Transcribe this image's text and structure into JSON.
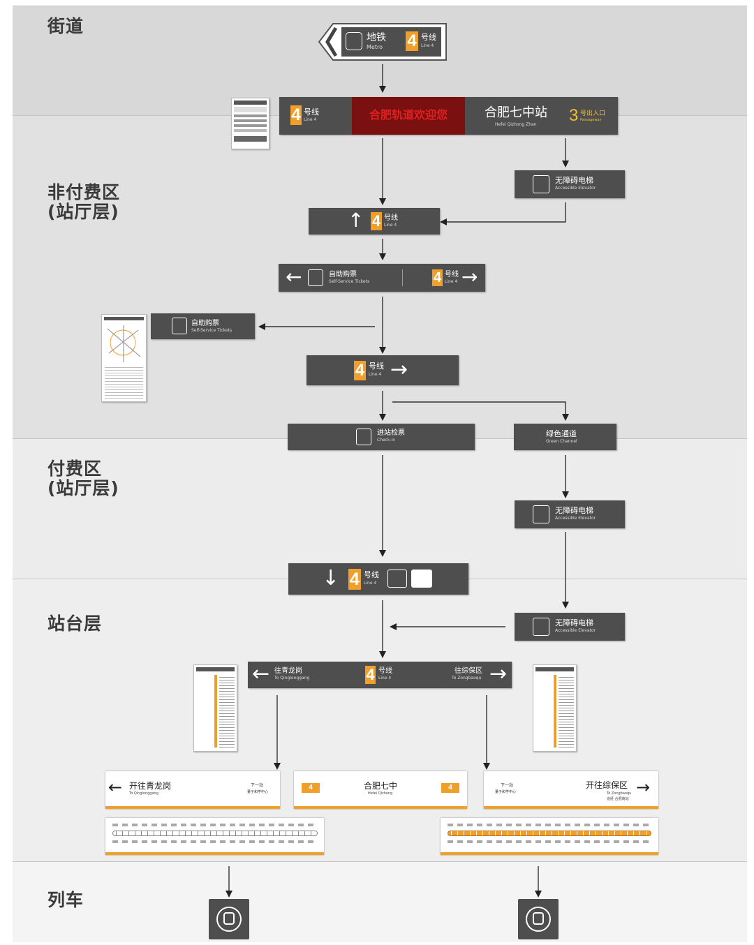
{
  "zones": {
    "street": "街道",
    "unpaid": "非付费区\n(站厅层)",
    "paid": "付费区\n(站厅层)",
    "platform": "站台层",
    "train": "列车"
  },
  "colors": {
    "sign_bg": "#4e4e4e",
    "line4_orange": "#f0a02a",
    "welcome_red": "#cc1a1a",
    "welcome_bg": "#7a1010"
  },
  "common": {
    "line_num": "4",
    "line_cn": "号线",
    "line_en": "Line 4"
  },
  "entrance": {
    "metro_cn": "地铁",
    "metro_en": "Metro"
  },
  "portal": {
    "welcome": "合肥轨道欢迎您",
    "station_cn": "合肥七中站",
    "station_en": "Hefei Qizhong Zhan",
    "exit_num": "3",
    "exit_cn": "号出入口",
    "exit_en": "Passageway"
  },
  "elevator": {
    "cn": "无障碍电梯",
    "en": "Accessible Elevator"
  },
  "tickets": {
    "cn": "自助购票",
    "en": "Self-Service Tickets"
  },
  "gates": {
    "cn": "进站检票",
    "en": "Check-in"
  },
  "green": {
    "cn": "绿色通道",
    "en": "Green Channel"
  },
  "platform_sign": {
    "left_cn": "往青龙岗",
    "left_en": "To Qinglonggang",
    "right_cn": "往综保区",
    "right_en": "To Zongbaoqu"
  },
  "cards": {
    "left_cn": "开往青龙岗",
    "left_en": "To Qinglonggang",
    "next_label": "下一站",
    "next_station": "董子和学中心",
    "mid_cn": "合肥七中",
    "mid_en": "Hefei Qizhong",
    "right_cn": "开往综保区",
    "right_en": "To Zongbaoqu",
    "right_sub": "途经 合肥南站"
  },
  "icons": [
    "metro-icon",
    "elevator-icon",
    "ticket-machine-icon",
    "gate-icon",
    "toilet-icon",
    "accessible-toilet-icon",
    "train-icon",
    "arrow-left-icon",
    "arrow-right-icon",
    "arrow-up-icon",
    "arrow-down-icon"
  ]
}
